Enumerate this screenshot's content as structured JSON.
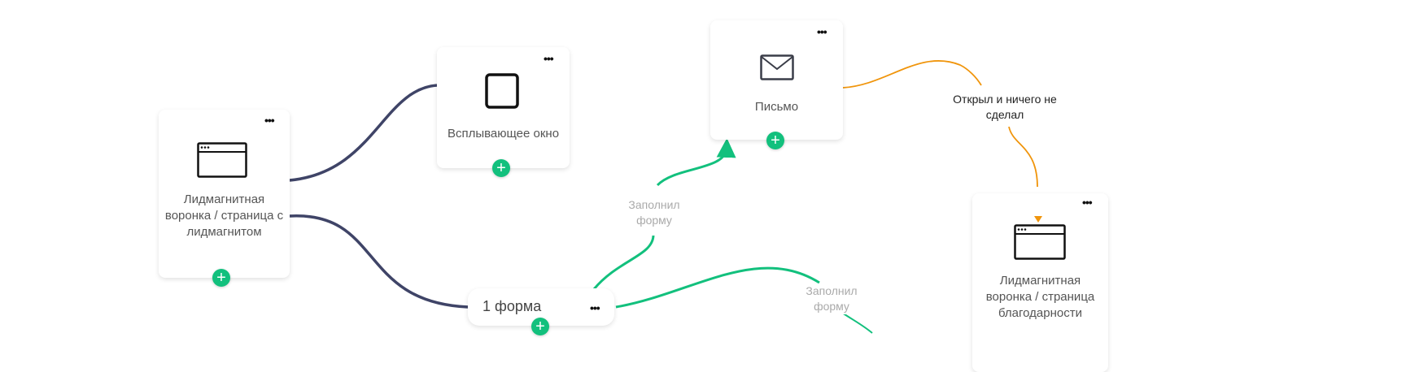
{
  "nodes": {
    "landing": {
      "label": "Лидмагнитная воронка / страница с лидмагнитом",
      "icon": "browser-window-icon"
    },
    "popup": {
      "label": "Всплывающее окно",
      "icon": "square-icon"
    },
    "email": {
      "label": "Письмо",
      "icon": "envelope-icon"
    },
    "thanks": {
      "label": "Лидмагнитная воронка / страница благодарности",
      "icon": "browser-window-icon"
    },
    "form": {
      "label": "1 форма"
    }
  },
  "edges": {
    "form_to_email": "Заполнил форму",
    "form_to_right": "Заполнил форму",
    "email_to_thanks": "Открыл и ничего не сделал"
  },
  "colors": {
    "navy": "#3f4467",
    "green": "#12c07d",
    "orange": "#f0950c"
  }
}
